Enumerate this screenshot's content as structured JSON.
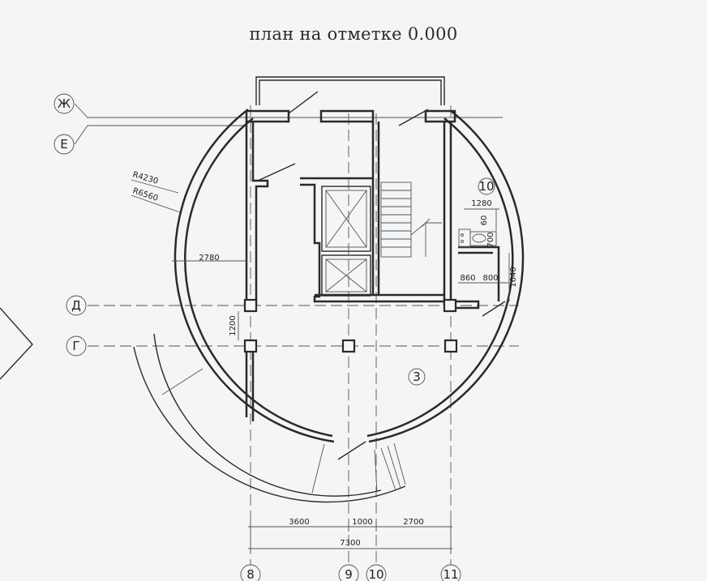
{
  "title": "план на отметке 0.000",
  "axes_letters": [
    "Ж",
    "Е",
    "Д",
    "Г"
  ],
  "axes_numbers": [
    "8",
    "9",
    "10",
    "11"
  ],
  "radii": [
    "R4230",
    "R6560"
  ],
  "room_numbers": [
    "10",
    "3"
  ],
  "dimensions": {
    "d2780": "2780",
    "d1200": "1200",
    "d1280": "1280",
    "d60": "60",
    "d700": "700",
    "d860": "860",
    "d800": "800",
    "d1640": "1640",
    "d3600": "3600",
    "d1000": "1000",
    "d2700": "2700",
    "d7300": "7300"
  }
}
